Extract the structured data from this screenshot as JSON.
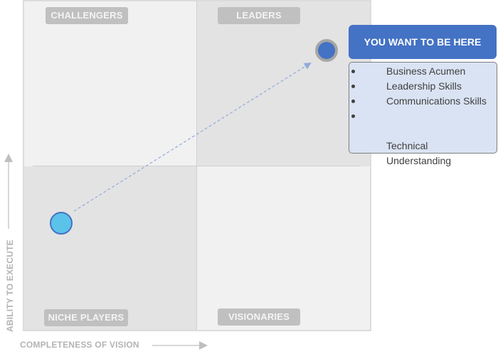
{
  "quadrants": {
    "challengers": "CHALLENGERS",
    "leaders": "LEADERS",
    "niche_players": "NICHE PLAYERS",
    "visionaries": "VISIONARIES"
  },
  "axes": {
    "x_label": "COMPLETENESS OF VISION",
    "y_label": "ABILITY TO EXECUTE"
  },
  "points": {
    "current": {
      "name": "current-position",
      "fill": "#5bc3ea",
      "stroke": "#4472c4"
    },
    "target": {
      "name": "target-position",
      "fill": "#4472c4",
      "stroke": "#a6a6a6"
    }
  },
  "callout": {
    "title": "YOU WANT TO BE HERE",
    "items": [
      "Business Acumen",
      "Leadership Skills",
      "Communications Skills",
      "Technical\nUnderstanding"
    ]
  },
  "colors": {
    "accent": "#4472c4",
    "callout_fill": "#dae3f3",
    "label_fill": "#c0c0c0",
    "arrow": "#8faadc"
  }
}
